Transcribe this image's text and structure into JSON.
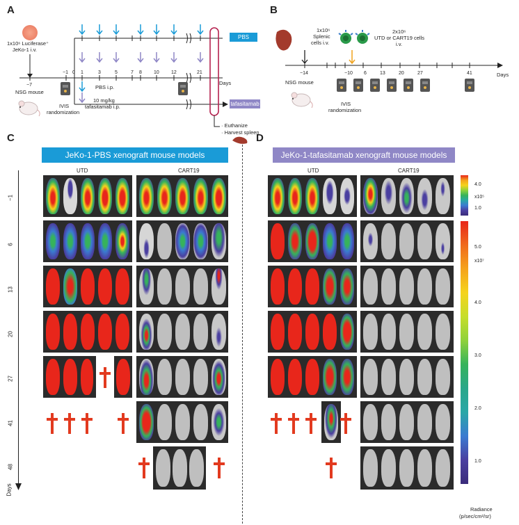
{
  "panels": {
    "a": "A",
    "b": "B",
    "c": "C",
    "d": "D"
  },
  "panel_a": {
    "cell_label": "1x10⁶ Luciferase⁺",
    "cell_label2": "JeKo-1 i.v.",
    "timeline_days": [
      "−7",
      "−1",
      "0",
      "1",
      "3",
      "5",
      "7",
      "8",
      "10",
      "12",
      "21"
    ],
    "days_label": "Days",
    "mouse_label": "NSG mouse",
    "ivis_label": "IVIS",
    "randomization_label": "randomization",
    "pbs_ip_label": "PBS i.p.",
    "dose_label": "10 mg/kg",
    "dose_label2": "tafasitamab i.p.",
    "end_label1": "· Euthanize",
    "end_label2": "· Harvest spleen",
    "pbs_tag": "PBS",
    "tafa_tag": "tafasitamab",
    "colors": {
      "pbs": "#1a9bd7",
      "tafa": "#8f87c6",
      "accent": "#b5224f"
    }
  },
  "panel_b": {
    "splenic_label": "1x10⁶",
    "splenic_label2": "Splenic",
    "splenic_label3": "cells i.v.",
    "car_label": "2x10⁶",
    "car_label2": "UTD or CART19 cells",
    "car_label3": "i.v.",
    "timeline_days": [
      "−14",
      "−10",
      "6",
      "13",
      "20",
      "27",
      "41"
    ],
    "days_label": "Days",
    "mouse_label": "NSG mouse",
    "ivis_label": "IVIS",
    "randomization_label": "randomization"
  },
  "panel_c": {
    "title": "JeKo-1-PBS xenograft mouse models",
    "col_utd": "UTD",
    "col_cart": "CART19",
    "days": [
      "−1",
      "6",
      "13",
      "20",
      "27",
      "41",
      "48"
    ],
    "axis_label": "Days"
  },
  "panel_d": {
    "title": "JeKo-1-tafasitamab xenograft mouse models",
    "col_utd": "UTD",
    "col_cart": "CART19"
  },
  "scale_top": {
    "ticks": [
      "4.0",
      "x10⁵",
      "1.0"
    ]
  },
  "scale_bottom": {
    "exp": "x10⁷",
    "ticks": [
      "5.0",
      "4.0",
      "3.0",
      "2.0",
      "1.0"
    ]
  },
  "radiance_label": "Radiance",
  "radiance_unit": "(p/sec/cm²/sr)"
}
